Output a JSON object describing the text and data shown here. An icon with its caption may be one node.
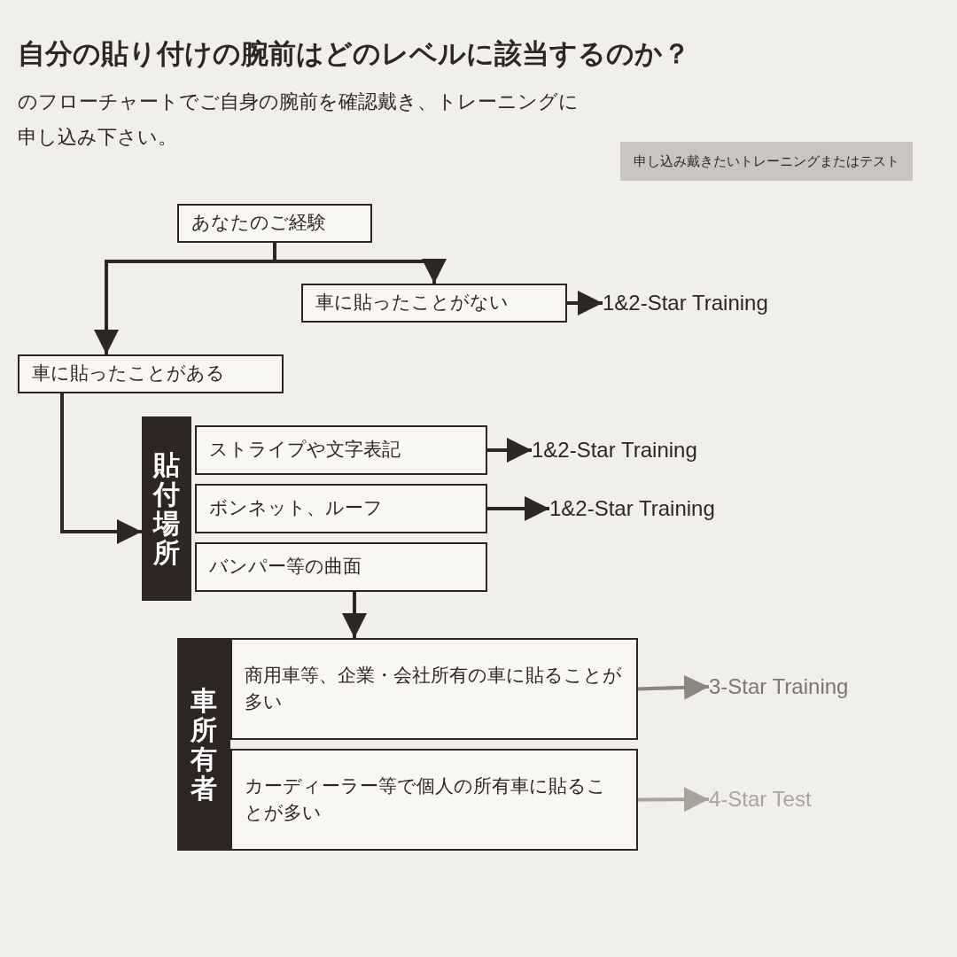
{
  "diagram": {
    "title": "自分の貼り付けの腕前はどのレベルに該当するのか？",
    "nodes": [
      {
        "text": [
          "あなたのご経験"
        ]
      },
      {
        "text": [
          "車に貼ったことがない"
        ]
      },
      {
        "text": [
          "車に貼ったことがある"
        ]
      },
      {
        "text": [
          "貼付場所"
        ]
      },
      {
        "text": [
          "ストライプや文字表記"
        ]
      },
      {
        "text": [
          "ボンネット、ルーフ"
        ]
      },
      {
        "text": [
          "バンパー等の曲面"
        ]
      },
      {
        "text": [
          "車所有者"
        ]
      },
      {
        "text": [
          "商用車等、企業・会社所有の車に貼ることが多い"
        ]
      },
      {
        "text": [
          "カーディーラー等で個人の所有車に貼ることが多い"
        ]
      },
      {
        "text": [
          "1&2-Star Training"
        ]
      },
      {
        "text": [
          "1&2-Star Training"
        ]
      },
      {
        "text": [
          "1&2-Star Training"
        ]
      },
      {
        "text": [
          "3-Star Training"
        ]
      },
      {
        "text": [
          "4-Star Test"
        ]
      },
      {
        "text": [
          "申し込み戴きたいトレーニングまたはテスト"
        ]
      }
    ],
    "edges": [
      {
        "from": 0,
        "to": 1,
        "arrow": "to"
      },
      {
        "from": 0,
        "to": 2,
        "arrow": "to"
      },
      {
        "from": 1,
        "to": 10,
        "arrow": "to"
      },
      {
        "from": 2,
        "to": 3,
        "arrow": "to"
      },
      {
        "from": 4,
        "to": 11,
        "arrow": "to"
      },
      {
        "from": 5,
        "to": 12,
        "arrow": "to"
      },
      {
        "from": 6,
        "to": 8,
        "arrow": "to"
      },
      {
        "from": 8,
        "to": 13,
        "arrow": "to",
        "color": "#8c8580"
      },
      {
        "from": 9,
        "to": 14,
        "arrow": "to",
        "color": "#a9a39e"
      }
    ],
    "labels": [
      "のフローチャートでご自身の腕前を確認戴き、トレーニングに",
      "申し込み下さい。"
    ]
  }
}
